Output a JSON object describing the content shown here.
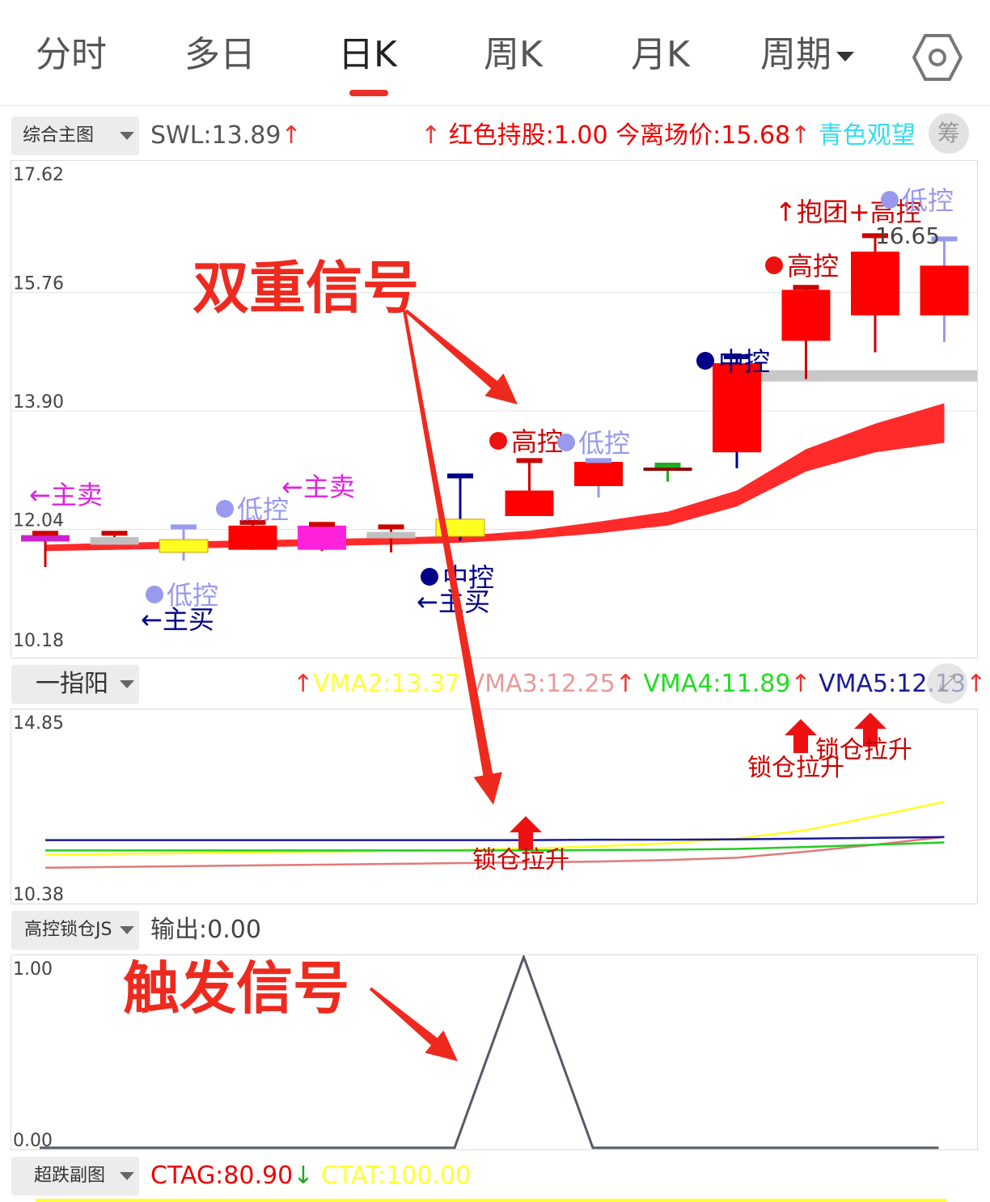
{
  "tabs": [
    {
      "label": "分时"
    },
    {
      "label": "多日"
    },
    {
      "label": "日K"
    },
    {
      "label": "周K"
    },
    {
      "label": "月K"
    },
    {
      "label": "周期"
    }
  ],
  "active_tab": "日K",
  "icons": {
    "settings": "hexagon-settings-icon",
    "dropdown": "caret-down-icon",
    "chip": "chip-distribution-icon",
    "expand": "expand-icon"
  },
  "colors": {
    "accent": "#e8312b",
    "up": "#ff0000",
    "ma": "#ff2a2a"
  },
  "main": {
    "selector": "综合主图",
    "ind_swl": "SWL:13.89",
    "arrow_up": "↑",
    "ind_hold": "红色持股:1.00",
    "ind_exit": "今离场价:15.68",
    "ind_watch": "青色观望",
    "chip_button": "筹",
    "y_labels": [
      "17.62",
      "15.76",
      "13.90",
      "12.04",
      "10.18"
    ],
    "price_label": "16.65"
  },
  "sub1": {
    "selector": "一指阳",
    "vma2": "VMA2:13.37",
    "vma3": "VMA3:12.25",
    "vma4": "VMA4:11.89",
    "vma5": "VMA5:12.13",
    "arrow_up": "↑",
    "y_top": "14.85",
    "y_bottom": "10.38",
    "signal_label": "锁仓拉升"
  },
  "sub2": {
    "selector": "高控锁仓JS",
    "output": "输出:0.00",
    "y_top": "1.00",
    "y_bottom": "0.00"
  },
  "sub3": {
    "selector": "超跌副图",
    "ctag": "CTAG:80.90",
    "arrow_down": "↓",
    "ctat": "CTAT:100.00"
  },
  "annotations": {
    "double_signal": "双重信号",
    "trigger_signal": "触发信号"
  },
  "chart_labels": {
    "low_ctrl": "低控",
    "mid_ctrl": "中控",
    "high_ctrl": "高控",
    "main_sell": "←主卖",
    "main_buy": "←主买",
    "group_high": "↑抱团+高控"
  },
  "chart_data": {
    "type": "candlestick",
    "y_range": [
      10.18,
      17.62
    ],
    "candles": [
      {
        "open": 11.95,
        "close": 11.85,
        "high": 11.98,
        "low": 11.45,
        "color": "#cc22cc"
      },
      {
        "open": 11.8,
        "close": 11.92,
        "high": 11.98,
        "low": 11.8,
        "color": "#c0c0c0"
      },
      {
        "open": 11.88,
        "close": 11.68,
        "high": 12.08,
        "low": 11.55,
        "color": "#ffff22"
      },
      {
        "open": 11.72,
        "close": 12.1,
        "high": 12.15,
        "low": 11.72,
        "color": "#ff0000"
      },
      {
        "open": 12.1,
        "close": 11.72,
        "high": 12.12,
        "low": 11.7,
        "color": "#ff22dd"
      },
      {
        "open": 12.0,
        "close": 11.9,
        "high": 12.08,
        "low": 11.68,
        "color": "#c0c0c0"
      },
      {
        "open": 12.2,
        "close": 11.93,
        "high": 12.88,
        "low": 11.86,
        "color": "#ffff22"
      },
      {
        "open": 12.25,
        "close": 12.65,
        "high": 13.12,
        "low": 12.25,
        "color": "#ff0000"
      },
      {
        "open": 12.72,
        "close": 13.1,
        "high": 13.12,
        "low": 12.54,
        "color": "#ff0000"
      },
      {
        "open": 13.01,
        "close": 13.01,
        "high": 13.05,
        "low": 12.79,
        "color": "#8b0000"
      },
      {
        "open": 13.25,
        "close": 14.65,
        "high": 14.75,
        "low": 13.0,
        "color": "#ff0000"
      },
      {
        "open": 15.0,
        "close": 15.8,
        "high": 15.84,
        "low": 14.4,
        "color": "#ff0000"
      },
      {
        "open": 15.4,
        "close": 16.4,
        "high": 16.65,
        "low": 14.82,
        "color": "#ff0000"
      },
      {
        "open": 15.4,
        "close": 16.18,
        "high": 16.6,
        "low": 14.98,
        "color": "#ff0000"
      }
    ],
    "ma_band": {
      "upper": [
        11.8,
        11.83,
        11.85,
        11.87,
        11.89,
        11.91,
        11.94,
        12.02,
        12.16,
        12.32,
        12.65,
        13.3,
        13.7,
        14.02
      ],
      "lower": [
        11.7,
        11.72,
        11.74,
        11.76,
        11.78,
        11.8,
        11.83,
        11.89,
        11.98,
        12.1,
        12.4,
        12.95,
        13.25,
        13.4
      ]
    },
    "support_line": 14.45,
    "sub1": {
      "y_range": [
        10.38,
        14.85
      ],
      "vma2": [
        11.4,
        11.42,
        11.44,
        11.46,
        11.48,
        11.5,
        11.52,
        11.56,
        11.62,
        11.7,
        11.82,
        12.04,
        12.4,
        12.78
      ],
      "vma3": [
        11.06,
        11.08,
        11.1,
        11.12,
        11.14,
        11.16,
        11.18,
        11.2,
        11.22,
        11.26,
        11.32,
        11.48,
        11.66,
        11.86
      ],
      "vma4": [
        11.51,
        11.51,
        11.51,
        11.51,
        11.51,
        11.51,
        11.51,
        11.51,
        11.52,
        11.53,
        11.55,
        11.6,
        11.66,
        11.72
      ],
      "vma5": [
        11.78,
        11.78,
        11.78,
        11.78,
        11.78,
        11.78,
        11.78,
        11.78,
        11.79,
        11.79,
        11.8,
        11.82,
        11.84,
        11.86
      ]
    },
    "sub2": {
      "y_range": [
        0,
        1
      ],
      "values": [
        0,
        0,
        0,
        0,
        0,
        0,
        0,
        1,
        0,
        0,
        0,
        0,
        0,
        0
      ]
    }
  }
}
